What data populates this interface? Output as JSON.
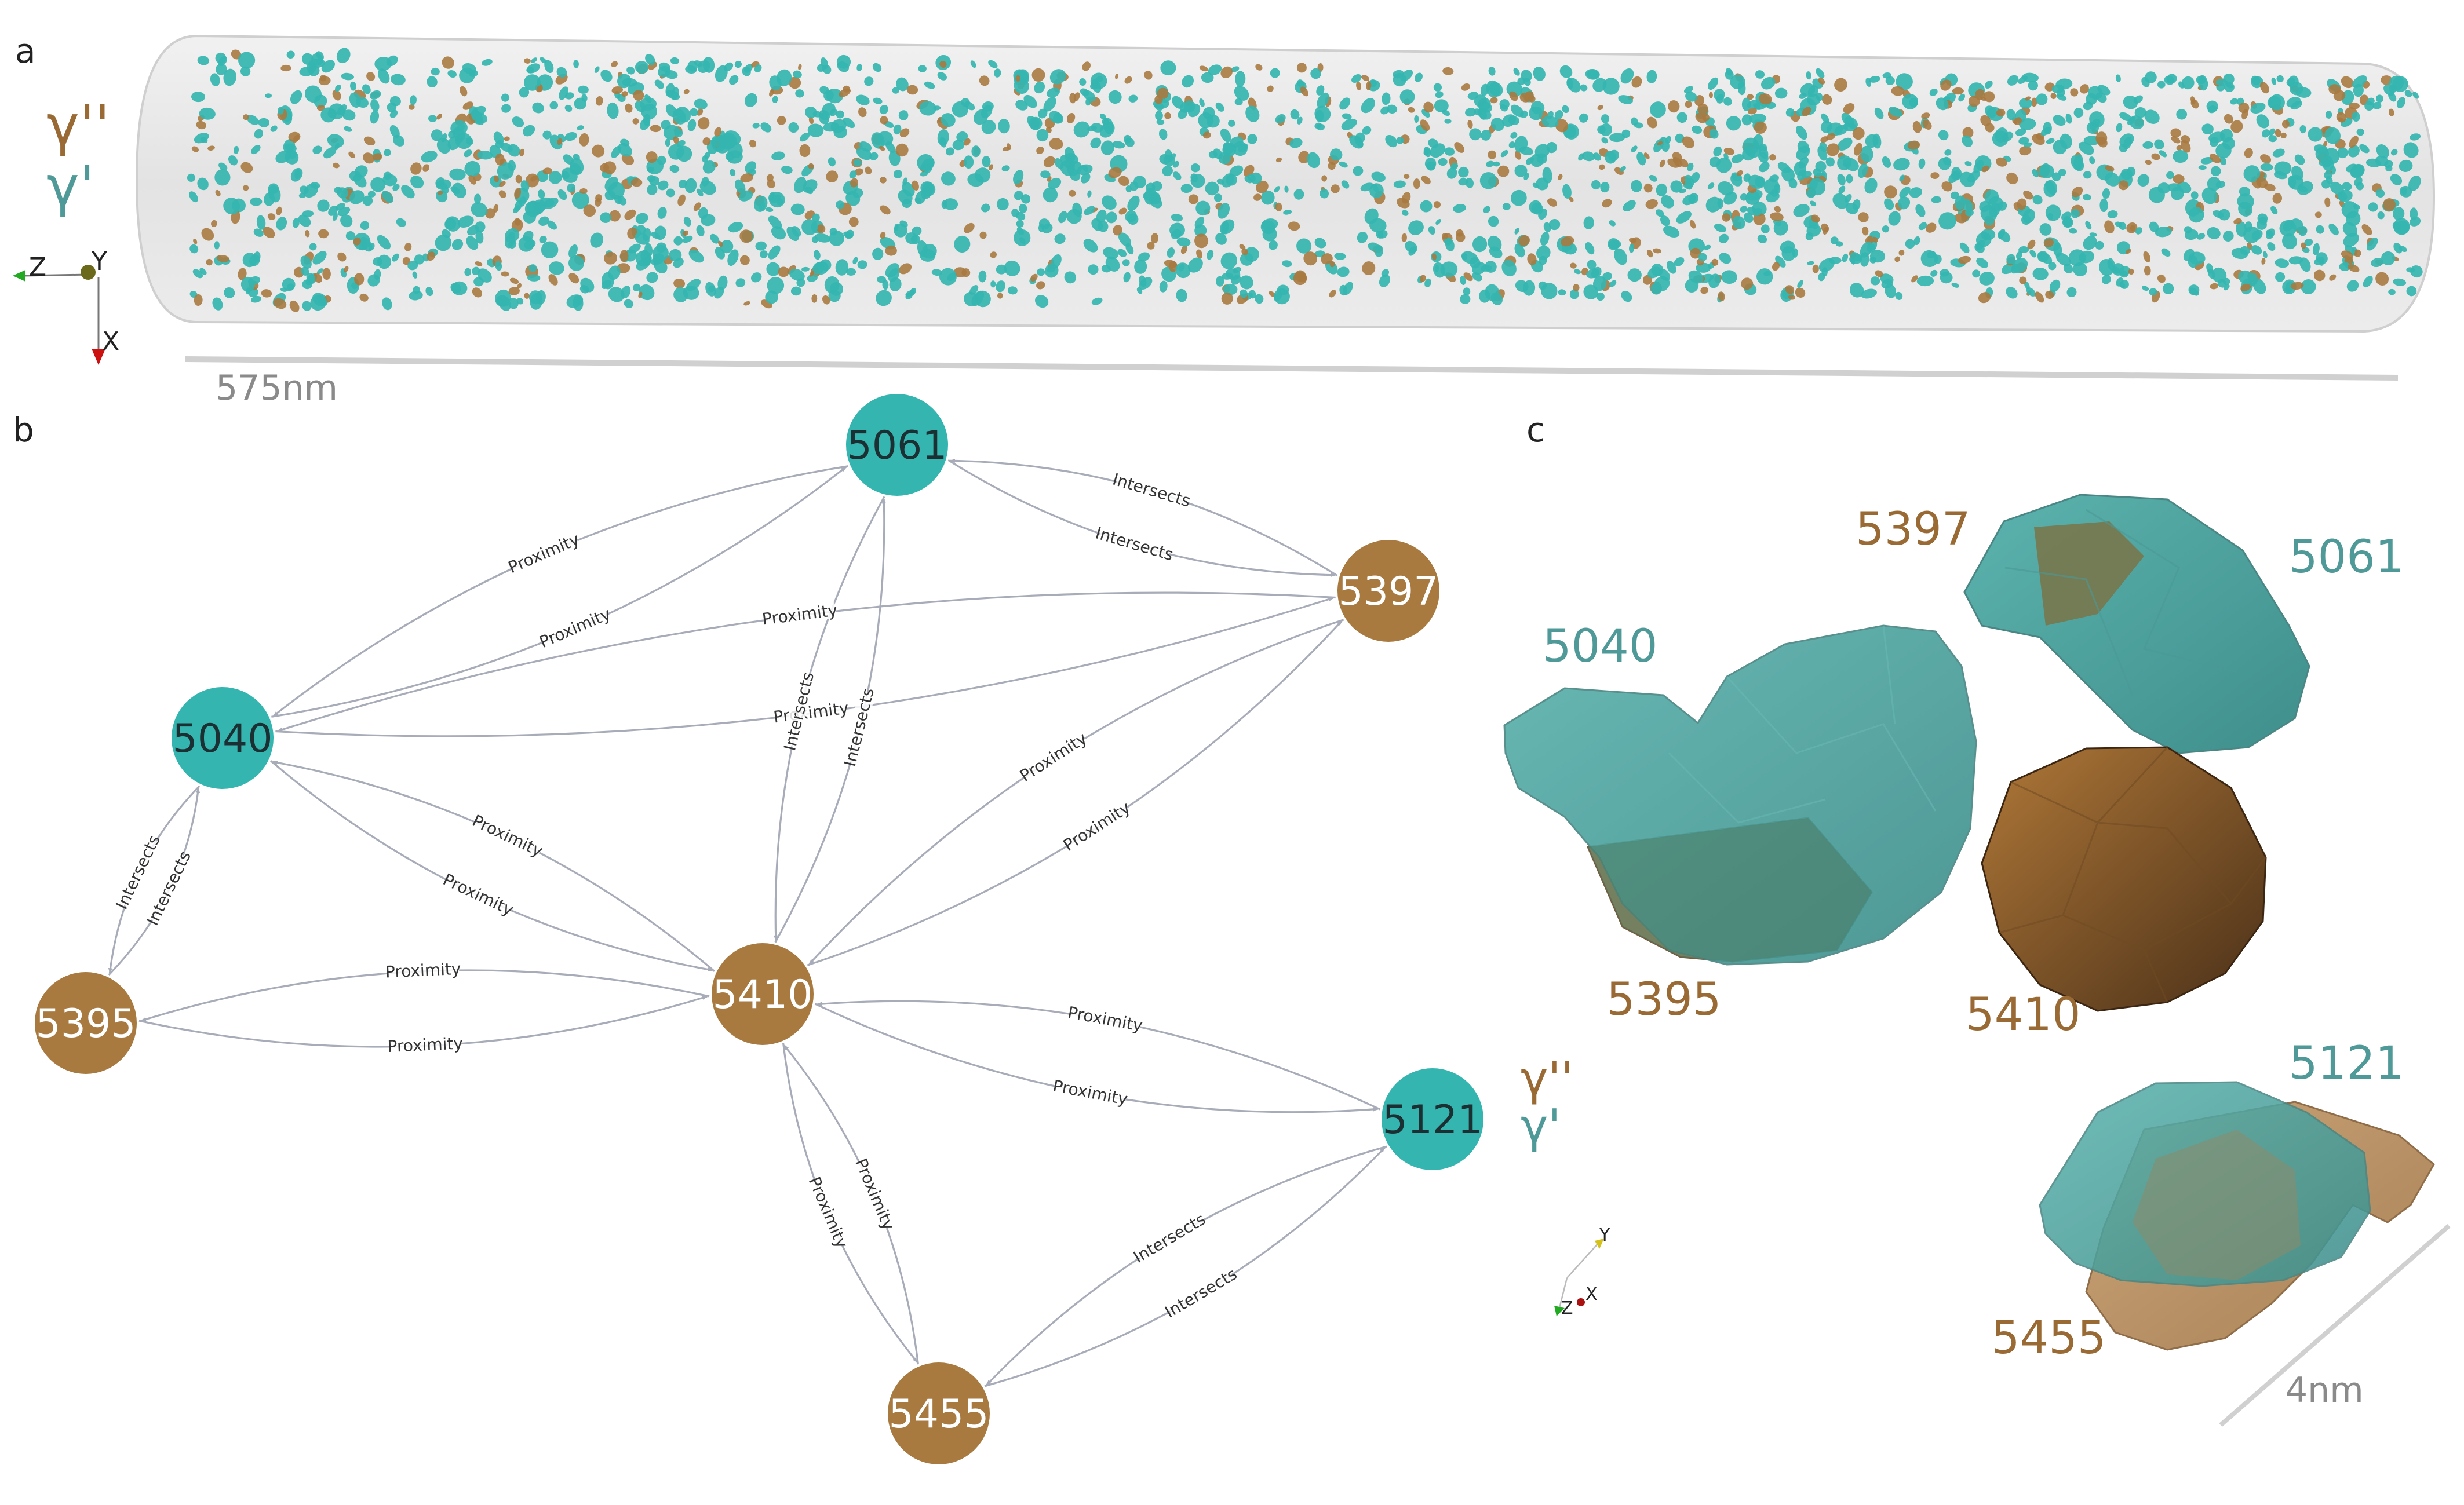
{
  "colors": {
    "gamma_dprime": "#a87a40",
    "gamma_prime": "#35b5b0",
    "label_gamma_dprime": "#9a6a35",
    "label_gamma_prime": "#4f9a98",
    "edge": "#a7acb8"
  },
  "panel_a": {
    "label": "a",
    "legend": {
      "gamma_dprime": "γ''",
      "gamma_prime": "γ'"
    },
    "axes": {
      "z": "Z",
      "y": "Y",
      "x": "X"
    },
    "scale_bar": "575nm"
  },
  "panel_b": {
    "label": "b",
    "nodes": [
      {
        "id": "5061",
        "phase": "gamma_prime"
      },
      {
        "id": "5397",
        "phase": "gamma_dprime"
      },
      {
        "id": "5040",
        "phase": "gamma_prime"
      },
      {
        "id": "5410",
        "phase": "gamma_dprime"
      },
      {
        "id": "5395",
        "phase": "gamma_dprime"
      },
      {
        "id": "5121",
        "phase": "gamma_prime"
      },
      {
        "id": "5455",
        "phase": "gamma_dprime"
      }
    ],
    "edges": [
      {
        "from": "5040",
        "to": "5061",
        "label": "Proximity"
      },
      {
        "from": "5061",
        "to": "5040",
        "label": "Proximity"
      },
      {
        "from": "5061",
        "to": "5397",
        "label": "Intersects"
      },
      {
        "from": "5397",
        "to": "5061",
        "label": "Intersects"
      },
      {
        "from": "5397",
        "to": "5040",
        "label": "Proximity"
      },
      {
        "from": "5040",
        "to": "5397",
        "label": "Proximity"
      },
      {
        "from": "5061",
        "to": "5410",
        "label": "Intersects"
      },
      {
        "from": "5410",
        "to": "5061",
        "label": "Intersects"
      },
      {
        "from": "5410",
        "to": "5397",
        "label": "Proximity"
      },
      {
        "from": "5397",
        "to": "5410",
        "label": "Proximity"
      },
      {
        "from": "5040",
        "to": "5410",
        "label": "Proximity"
      },
      {
        "from": "5410",
        "to": "5040",
        "label": "Proximity"
      },
      {
        "from": "5395",
        "to": "5040",
        "label": "Intersects"
      },
      {
        "from": "5040",
        "to": "5395",
        "label": "Intersects"
      },
      {
        "from": "5410",
        "to": "5395",
        "label": "Proximity"
      },
      {
        "from": "5395",
        "to": "5410",
        "label": "Proximity"
      },
      {
        "from": "5121",
        "to": "5410",
        "label": "Proximity"
      },
      {
        "from": "5410",
        "to": "5121",
        "label": "Proximity"
      },
      {
        "from": "5455",
        "to": "5410",
        "label": "Proximity"
      },
      {
        "from": "5410",
        "to": "5455",
        "label": "Proximity"
      },
      {
        "from": "5455",
        "to": "5121",
        "label": "Intersects"
      },
      {
        "from": "5121",
        "to": "5455",
        "label": "Intersects"
      }
    ]
  },
  "panel_c": {
    "label": "c",
    "legend": {
      "gamma_dprime": "γ''",
      "gamma_prime": "γ'"
    },
    "particle_labels": [
      {
        "text": "5397",
        "phase": "gamma_dprime"
      },
      {
        "text": "5061",
        "phase": "gamma_prime"
      },
      {
        "text": "5040",
        "phase": "gamma_prime"
      },
      {
        "text": "5395",
        "phase": "gamma_dprime"
      },
      {
        "text": "5410",
        "phase": "gamma_dprime"
      },
      {
        "text": "5121",
        "phase": "gamma_prime"
      },
      {
        "text": "5455",
        "phase": "gamma_dprime"
      }
    ],
    "axes": {
      "y": "Y",
      "z": "Z",
      "x": "X"
    },
    "scale_bar": "4nm"
  }
}
